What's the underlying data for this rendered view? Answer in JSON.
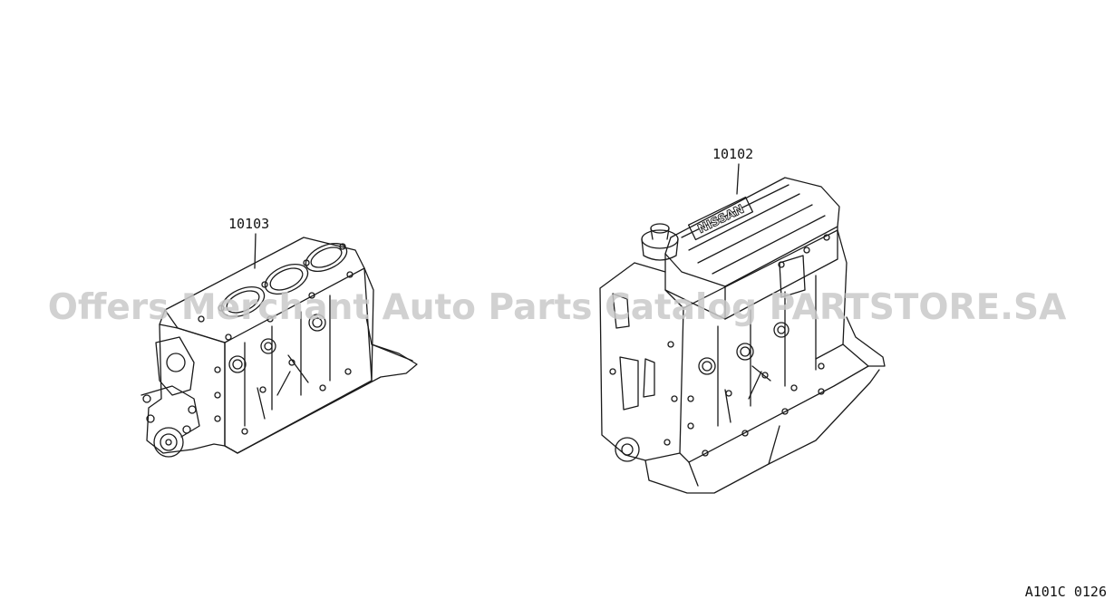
{
  "callouts": {
    "short_block": "10103",
    "engine_assembly": "10102"
  },
  "engine_cover_brand": "NISSAN",
  "watermark": "Offers Merchant Auto Parts Catalog PARTSTORE.SA",
  "diagram_code": "A101C 0126"
}
